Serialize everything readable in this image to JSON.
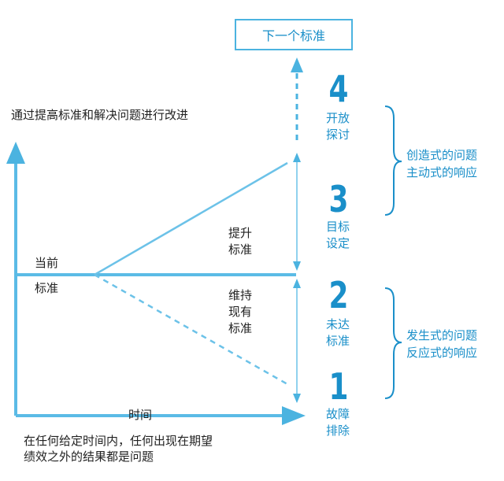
{
  "top_box": "下一个标准",
  "title": "通过提高标准和解决问题进行改进",
  "current_standard": [
    "当前",
    "标准"
  ],
  "raise_standard": "提升\n标准",
  "maintain_standard": "维持\n现有\n标准",
  "time_label": "时间",
  "footnote": [
    "在任何给定时间内，任何出现在期望",
    "绩效之外的结果都是问题"
  ],
  "levels": [
    {
      "number": "4",
      "label": "开放\n探讨"
    },
    {
      "number": "3",
      "label": "目标\n设定"
    },
    {
      "number": "2",
      "label": "未达\n标准"
    },
    {
      "number": "1",
      "label": "故障\n排除"
    }
  ],
  "brace_groups": [
    {
      "lines": [
        "创造式的问题",
        "主动式的响应"
      ]
    },
    {
      "lines": [
        "发生式的问题",
        "反应式的响应"
      ]
    }
  ],
  "colors": {
    "accent": "#1a8fc9",
    "line": "#5bbbe6",
    "arrow": "#4bb3e0"
  }
}
